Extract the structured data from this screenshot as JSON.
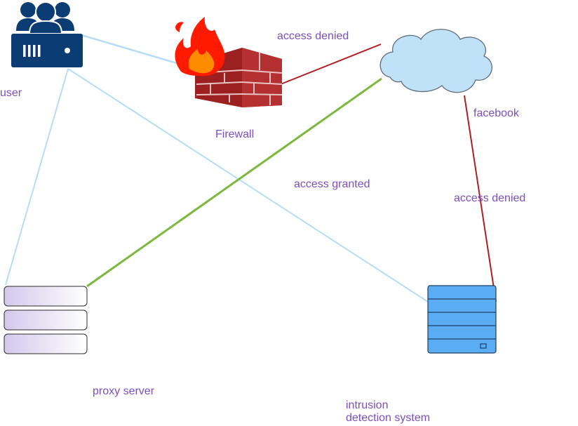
{
  "nodes": {
    "user": {
      "label": "user",
      "icon": "user-server-icon"
    },
    "firewall": {
      "label": "Firewall",
      "icon": "firewall-icon"
    },
    "cloud": {
      "label": "facebook",
      "icon": "cloud-icon"
    },
    "proxy": {
      "label": "proxy server",
      "icon": "server-stack-icon"
    },
    "ids": {
      "label_line1": "intrusion",
      "label_line2": "detection system",
      "icon": "server-rack-icon"
    }
  },
  "edges": {
    "firewall_cloud": {
      "label": "access denied"
    },
    "proxy_cloud": {
      "label": "access granted"
    },
    "cloud_ids": {
      "label": "access denied"
    }
  },
  "colors": {
    "label_text": "#7b4fbd",
    "link_neutral": "#b6ddf5",
    "link_denied": "#b01e23",
    "link_granted": "#7cb83e",
    "user_icon": "#0b3d74",
    "cloud_fill": "#bfe2f9",
    "ids_fill": "#5aadf2"
  }
}
